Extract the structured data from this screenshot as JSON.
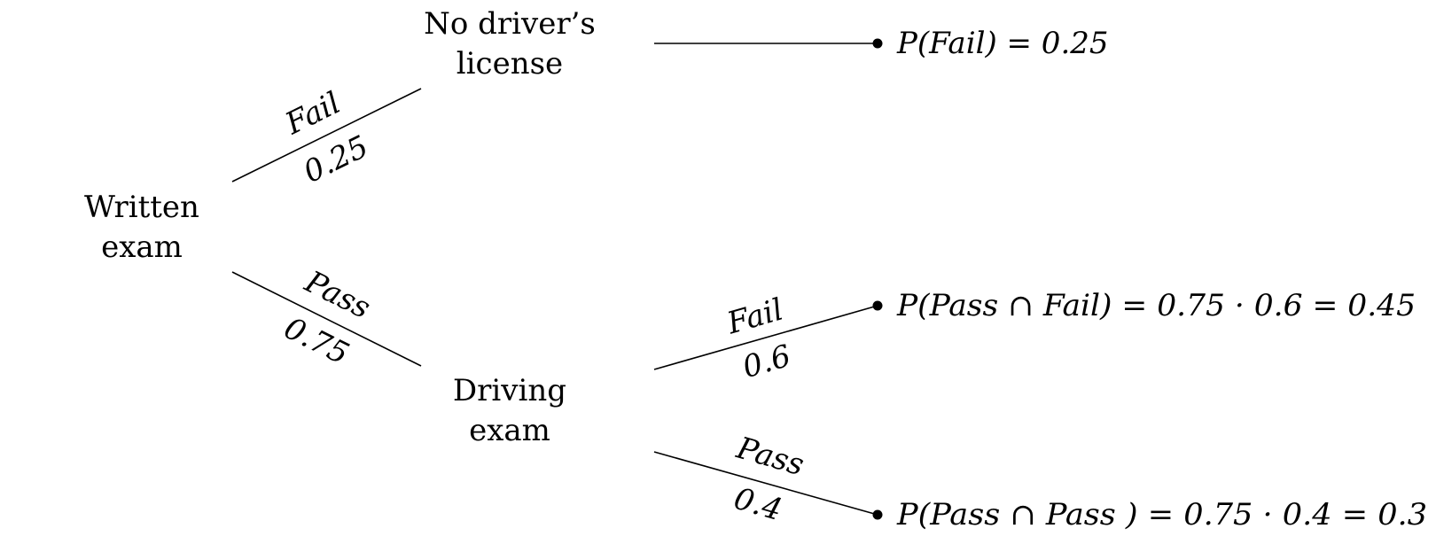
{
  "nodes": {
    "root": {
      "line1": "Written",
      "line2": "exam"
    },
    "no_license": {
      "line1": "No driver’s",
      "line2": "license"
    },
    "driving": {
      "line1": "Driving",
      "line2": "exam"
    }
  },
  "edges": {
    "root_fail": {
      "label": "Fail",
      "prob": "0.25"
    },
    "root_pass": {
      "label": "Pass",
      "prob": "0.75"
    },
    "driving_fail": {
      "label": "Fail",
      "prob": "0.6"
    },
    "driving_pass": {
      "label": "Pass",
      "prob": "0.4"
    }
  },
  "outcomes": {
    "fail": "P(Fail) = 0.25",
    "pass_fail": "P(Pass ∩ Fail) = 0.75 · 0.6 = 0.45",
    "pass_pass": "P(Pass  ∩ Pass ) = 0.75 · 0.4 = 0.3"
  }
}
